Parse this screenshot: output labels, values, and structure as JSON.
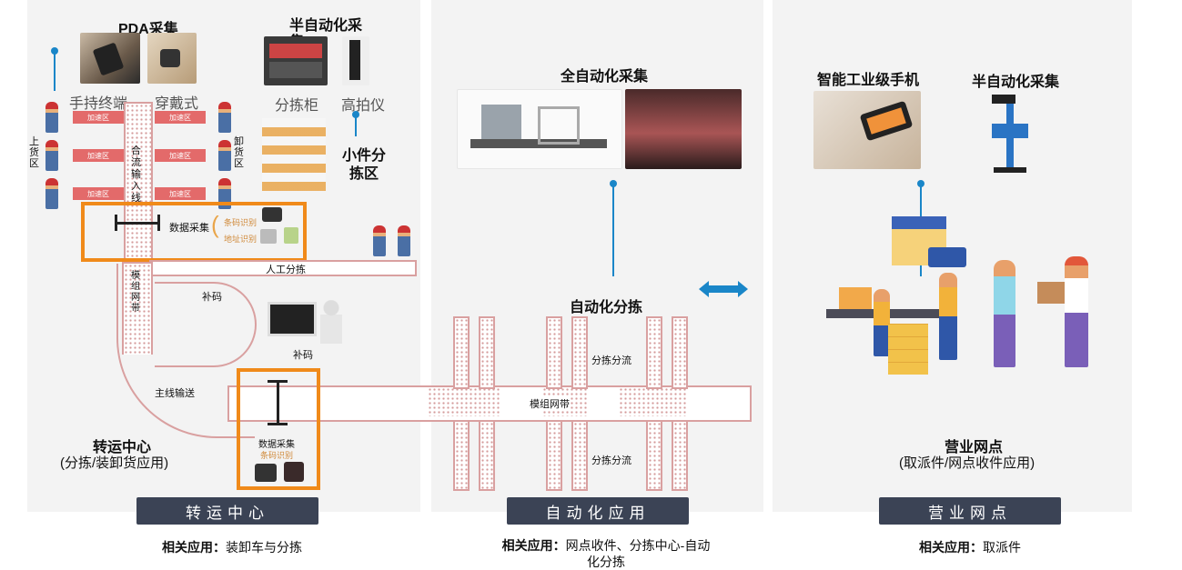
{
  "left": {
    "pda_title": "PDA采集",
    "semi_title": "半自动化采集",
    "handheld_label": "手持终端",
    "wearable_label": "穿戴式",
    "sorting_cabinet_label": "分拣柜",
    "camera_label": "高拍仪",
    "small_sort_label": "小件分拣区",
    "loading_zone_label": "上货区",
    "unloading_zone_label": "卸货区",
    "accel_zone_label": "加速区",
    "merge_line_label": "合流输入线",
    "data_capture_label": "数据采集",
    "barcode_recog": "条码识别",
    "address_recog": "地址识别",
    "manual_sort_label": "人工分拣",
    "module_belt_label": "模组网带",
    "patch_code_label": "补码",
    "patch_code_label2": "补码",
    "main_line_label": "主线输送",
    "data_capture_label2": "数据采集",
    "barcode_recog2": "条码识别",
    "center_title": "转运中心",
    "center_sub": "(分拣/装卸货应用)",
    "banner": "转运中心",
    "related_label": "相关应用：",
    "related_value": "装卸车与分拣"
  },
  "middle": {
    "auto_capture_title": "全自动化采集",
    "auto_sort_title": "自动化分拣",
    "sort_divert_label": "分拣分流",
    "sort_divert_label2": "分拣分流",
    "module_belt_label": "模组网带",
    "banner": "自动化应用",
    "related_label": "相关应用：",
    "related_value": "网点收件、分拣中心-自动化分拣"
  },
  "right": {
    "phone_title": "智能工业级手机",
    "semi_title": "半自动化采集",
    "outlet_title": "营业网点",
    "outlet_sub": "(取派件/网点收件应用)",
    "banner": "营业网点",
    "related_label": "相关应用：",
    "related_value": "取派件"
  },
  "colors": {
    "panel_bg": "#f3f3f3",
    "banner_bg": "#3b4355",
    "highlight_orange": "#f08a1a",
    "accent_blue": "#1a86c8",
    "belt_red": "#e36a6a"
  }
}
